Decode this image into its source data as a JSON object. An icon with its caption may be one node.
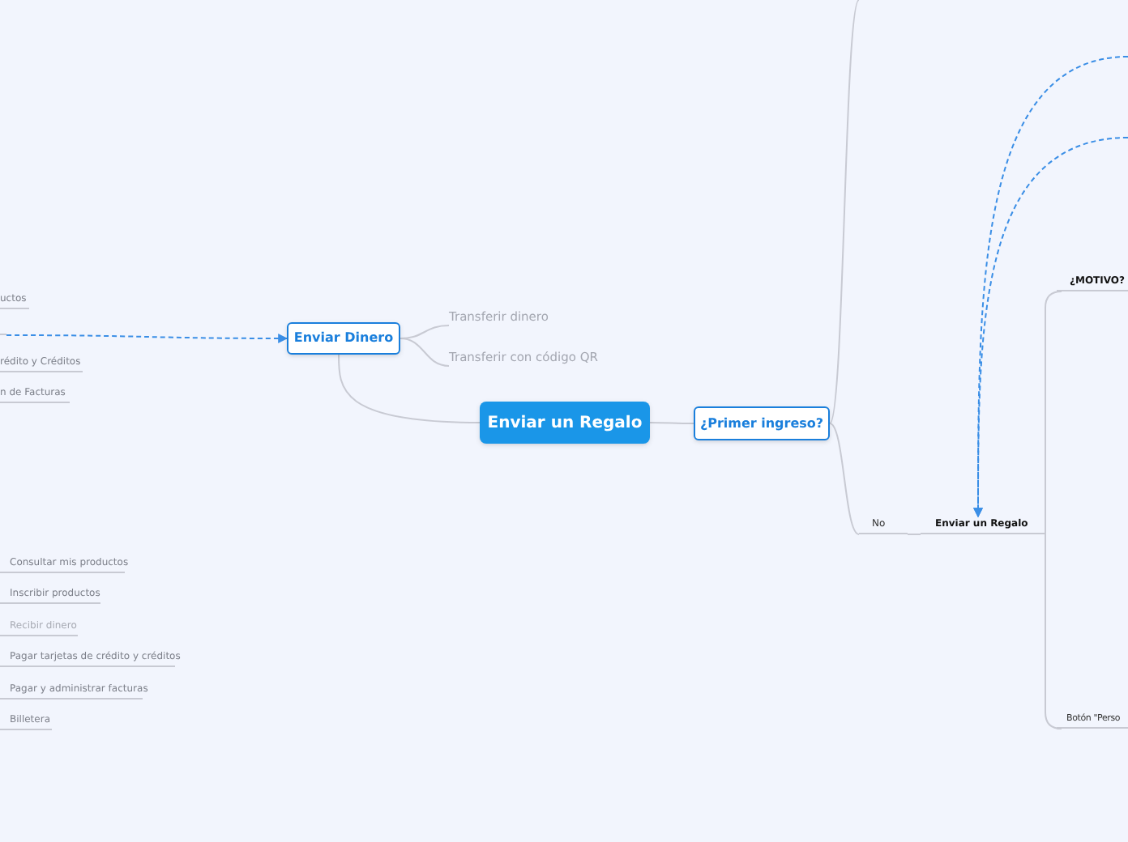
{
  "diagram": {
    "nodes": [
      {
        "text": [
          "Enviar un Regalo"
        ]
      },
      {
        "text": [
          "Enviar Dinero"
        ]
      },
      {
        "text": [
          "Transferir dinero"
        ]
      },
      {
        "text": [
          "Transferir con código QR"
        ]
      },
      {
        "text": [
          "¿Primer ingreso?"
        ]
      },
      {
        "text": [
          "No"
        ]
      },
      {
        "text": [
          "Enviar un Regalo"
        ]
      },
      {
        "text": [
          "¿MOTIVO?"
        ]
      },
      {
        "text": [
          "Botón \"Perso"
        ]
      },
      {
        "text": [
          "uctos"
        ]
      },
      {
        "text": [],
        "shape": "bar"
      },
      {
        "text": [
          "rédito y Créditos"
        ]
      },
      {
        "text": [
          "n de Facturas"
        ]
      },
      {
        "text": [
          "Consultar mis productos"
        ]
      },
      {
        "text": [
          "Inscribir productos"
        ]
      },
      {
        "text": [
          "Recibir dinero"
        ]
      },
      {
        "text": [
          "Pagar tarjetas de crédito y créditos"
        ]
      },
      {
        "text": [
          "Pagar y administrar facturas"
        ]
      },
      {
        "text": [
          "Billetera"
        ]
      }
    ],
    "edges": [
      {
        "from": 0,
        "to": 1,
        "arrow": "none"
      },
      {
        "from": 1,
        "to": 2,
        "arrow": "none"
      },
      {
        "from": 1,
        "to": 3,
        "arrow": "none"
      },
      {
        "from": 0,
        "to": 4,
        "arrow": "none"
      },
      {
        "from": 4,
        "to": 5,
        "arrow": "none"
      },
      {
        "from": 4,
        "to": null,
        "arrow": "none"
      },
      {
        "from": 5,
        "to": 6,
        "arrow": "none"
      },
      {
        "from": 6,
        "to": 7,
        "arrow": "none"
      },
      {
        "from": 6,
        "to": 8,
        "arrow": "none"
      },
      {
        "from": 10,
        "to": 1,
        "arrow": "to",
        "style": "dashed",
        "color": "#3a8ee6"
      },
      {
        "from": null,
        "to": 6,
        "arrow": "to",
        "style": "dashed",
        "color": "#3a8ee6"
      },
      {
        "from": null,
        "to": 6,
        "arrow": "to",
        "style": "dashed",
        "color": "#3a8ee6"
      }
    ]
  }
}
